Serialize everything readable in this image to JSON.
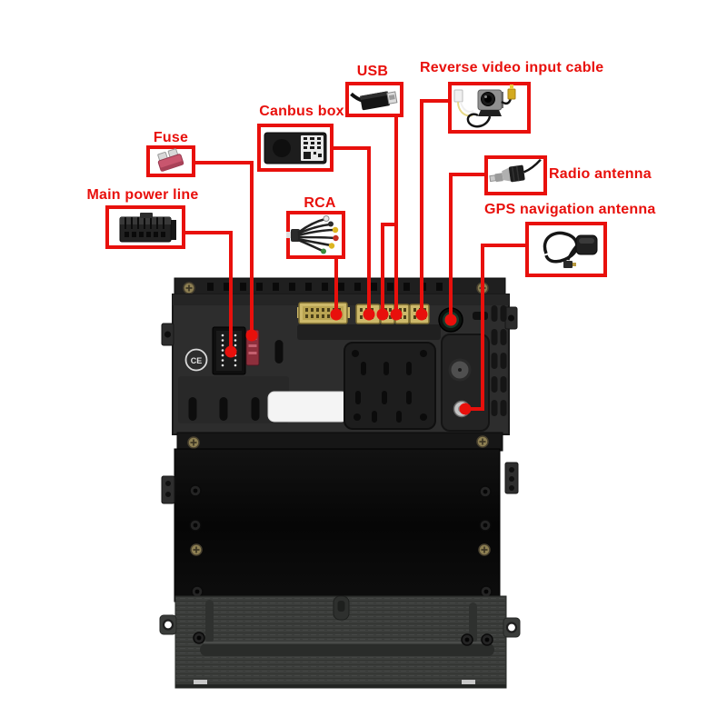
{
  "colors": {
    "accent_red": "#e8100c",
    "background": "#ffffff",
    "device_body": "#2d2d2d",
    "mounting_plate": "#0b0b0b",
    "chassis": "#3b3d3b",
    "harness_connector": "#cdb96a",
    "radio_socket_green": "#2e7a52",
    "gps_socket_silver": "#c4c4c4",
    "fuse_pink": "#c9566e"
  },
  "callouts": {
    "fuse": {
      "label": "Fuse",
      "image": "blade-fuse"
    },
    "main_power": {
      "label": "Main power line",
      "image": "power-harness-plug"
    },
    "canbus": {
      "label": "Canbus box",
      "image": "canbus-decoder-box"
    },
    "rca": {
      "label": "RCA",
      "image": "rca-cable-bundle"
    },
    "usb": {
      "label": "USB",
      "image": "usb-port-cable"
    },
    "reverse_video": {
      "label": "Reverse video input cable",
      "image": "reverse-camera-cable"
    },
    "radio": {
      "label": "Radio antenna",
      "image": "radio-antenna-plug"
    },
    "gps": {
      "label": "GPS navigation antenna",
      "image": "gps-antenna-puck"
    }
  },
  "device": {
    "ce_mark": "CE"
  }
}
